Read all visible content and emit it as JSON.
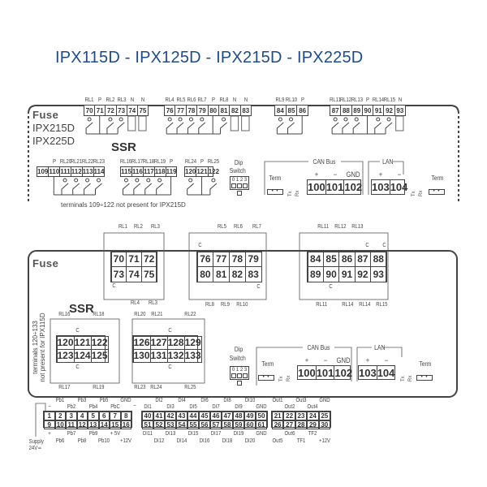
{
  "title": "IPX115D - IPX125D - IPX215D - IPX225D",
  "top_diagram": {
    "brand": "Fuse",
    "models": [
      "IPX215D",
      "IPX225D"
    ],
    "ssr_label": "SSR",
    "strips": [
      {
        "terminals": [
          "70",
          "71",
          "72",
          "73",
          "74",
          "75"
        ],
        "labels": [
          "RL1",
          "P",
          "RL2",
          "RL3",
          "N",
          "N"
        ]
      },
      {
        "terminals": [
          "76",
          "77",
          "78",
          "79",
          "80",
          "81",
          "82",
          "83"
        ],
        "labels": [
          "RL4",
          "RL5",
          "RL6",
          "RL7",
          "P",
          "RL8",
          "N",
          "N"
        ]
      },
      {
        "terminals": [
          "84",
          "85",
          "86"
        ],
        "labels": [
          "RL9",
          "RL10",
          "P"
        ]
      },
      {
        "terminals": [
          "87",
          "88",
          "89",
          "90",
          "91",
          "92",
          "93"
        ],
        "labels": [
          "RL11",
          "RL12",
          "RL13",
          "P",
          "RL14",
          "RL15",
          "N"
        ]
      },
      {
        "terminals": [
          "109",
          "110",
          "111",
          "112",
          "113",
          "114"
        ],
        "labels": [
          "",
          "P",
          "RL20",
          "RL21",
          "RL22",
          "RL23"
        ]
      },
      {
        "terminals": [
          "115",
          "116",
          "117",
          "118",
          "119"
        ],
        "labels": [
          "RL16",
          "RL17",
          "RL18",
          "RL19",
          "P"
        ]
      },
      {
        "terminals": [
          "120",
          "121",
          "122"
        ],
        "labels": [
          "RL24",
          "P",
          "RL25"
        ]
      }
    ],
    "dip_switch": {
      "line1": "Dip",
      "line2": "Switch",
      "positions": "0 1 2 3"
    },
    "can_bus": {
      "title": "CAN Bus",
      "term": "Term",
      "tx": "Tx",
      "rx": "Rx",
      "terminals": [
        "100",
        "101",
        "102"
      ],
      "labels": [
        "+",
        "−",
        "GND"
      ]
    },
    "lan": {
      "title": "LAN",
      "term": "Term",
      "tx": "Tx",
      "rx": "Rx",
      "terminals": [
        "103",
        "104"
      ],
      "labels": [
        "+",
        "−"
      ]
    },
    "footnote": "terminals 109÷122 not present for IPX215D"
  },
  "bottom_diagram": {
    "brand": "Fuse",
    "ssr_label": "SSR",
    "relay_blocks": [
      {
        "rows": [
          [
            "70",
            "71",
            "72"
          ],
          [
            "73",
            "74",
            "75"
          ]
        ],
        "top_labels": [
          "RL1",
          "RL2",
          "RL3"
        ],
        "bottom_labels": [
          "RL4",
          "RL3"
        ],
        "common": [
          "C"
        ]
      },
      {
        "rows": [
          [
            "76",
            "77",
            "78",
            "79"
          ],
          [
            "80",
            "81",
            "82",
            "83"
          ]
        ],
        "top_labels": [
          "RL5",
          "RL6",
          "RL7"
        ],
        "bottom_labels": [
          "RL8",
          "RL9",
          "RL10"
        ],
        "common": [
          "C",
          "C"
        ]
      },
      {
        "rows": [
          [
            "84",
            "85",
            "86",
            "87",
            "88"
          ],
          [
            "89",
            "90",
            "91",
            "92",
            "93"
          ]
        ],
        "top_labels": [
          "RL11",
          "RL12",
          "RL13"
        ],
        "bottom_labels": [
          "RL11",
          "RL14",
          "RL14",
          "RL15"
        ],
        "common": [
          "C",
          "C",
          "C"
        ]
      }
    ],
    "ssr_blocks": [
      {
        "rows": [
          [
            "120",
            "121",
            "122"
          ],
          [
            "123",
            "124",
            "125"
          ]
        ],
        "top_labels": [
          "RL16",
          "RL18"
        ],
        "bottom_labels": [
          "RL17",
          "RL19"
        ],
        "common": [
          "C",
          "C"
        ]
      },
      {
        "rows": [
          [
            "126",
            "127",
            "128",
            "129"
          ],
          [
            "130",
            "131",
            "132",
            "133"
          ]
        ],
        "top_labels": [
          "RL20",
          "RL21",
          "RL22"
        ],
        "bottom_labels": [
          "RL23",
          "RL24",
          "RL25"
        ],
        "common": [
          "C",
          "C"
        ]
      }
    ],
    "ssr_note": [
      "terminals 120÷133",
      "not present for IPX115D"
    ],
    "dip_switch": {
      "line1": "Dip",
      "line2": "Switch",
      "positions": "0 1 2 3"
    },
    "can_bus": {
      "title": "CAN Bus",
      "term": "Term",
      "tx": "Tx",
      "rx": "Rx",
      "terminals": [
        "100",
        "101",
        "102"
      ],
      "labels": [
        "+",
        "−",
        "GND"
      ]
    },
    "lan": {
      "title": "LAN",
      "term": "Term",
      "tx": "Tx",
      "rx": "Rx",
      "terminals": [
        "103",
        "104"
      ],
      "labels": [
        "+",
        "−"
      ]
    },
    "connectors": [
      {
        "rows": [
          [
            "1",
            "2",
            "3",
            "4",
            "5",
            "6",
            "7",
            "8"
          ],
          [
            "9",
            "10",
            "11",
            "12",
            "13",
            "14",
            "15",
            "16"
          ]
        ],
        "top_labels": [
          "−",
          "Pb1",
          "Pb2",
          "Pb3",
          "Pb4",
          "Pb5",
          "PbC",
          "GND"
        ],
        "bottom_labels": [
          "+",
          "Pb6",
          "Pb7",
          "Pb8",
          "Pb9",
          "Pb10",
          "+ 5V",
          "+12V"
        ]
      },
      {
        "rows": [
          [
            "40",
            "41",
            "42",
            "43",
            "44",
            "45",
            "46",
            "47",
            "48",
            "49",
            "50"
          ],
          [
            "51",
            "52",
            "53",
            "54",
            "55",
            "56",
            "57",
            "58",
            "59",
            "60",
            "61"
          ]
        ],
        "top_labels": [
          "DI1",
          "DI2",
          "DI3",
          "DI4",
          "DI5",
          "DI6",
          "DI7",
          "DI8",
          "DI9",
          "DI10",
          "GND"
        ],
        "bottom_labels": [
          "DI11",
          "DI12",
          "DI13",
          "DI14",
          "DI15",
          "DI16",
          "DI17",
          "DI18",
          "DI19",
          "DI20",
          "GND"
        ]
      },
      {
        "rows": [
          [
            "21",
            "22",
            "23",
            "24",
            "25"
          ],
          [
            "26",
            "27",
            "28",
            "29",
            "30"
          ]
        ],
        "top_labels": [
          "Out1",
          "Out2",
          "Out3",
          "Out4",
          "GND"
        ],
        "bottom_labels": [
          "Out5",
          "Out6",
          "TF1",
          "TF2",
          "+12V"
        ]
      }
    ],
    "supply_label": [
      "Supply",
      "24V≂"
    ],
    "gnd_minus": "−"
  }
}
